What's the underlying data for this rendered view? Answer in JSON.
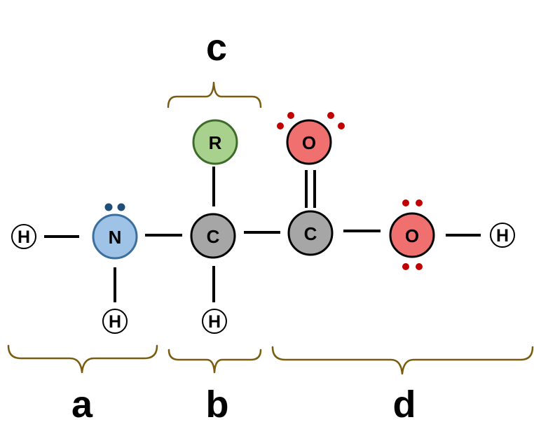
{
  "atoms": {
    "h_left": "H",
    "nitrogen": "N",
    "h_on_n": "H",
    "alpha_carbon": "C",
    "r_group": "R",
    "h_on_alpha": "H",
    "carboxyl_carbon": "C",
    "carbonyl_oxygen": "O",
    "hydroxyl_oxygen": "O",
    "h_right": "H"
  },
  "groups": {
    "a": "a",
    "b": "b",
    "c": "c",
    "d": "d"
  },
  "colors": {
    "nitrogen_fill": "#9fc3e6",
    "nitrogen_stroke": "#3a6f9e",
    "nitrogen_lone_pair": "#1f4e79",
    "r_group_fill": "#a9d18e",
    "r_group_stroke": "#3f6b2a",
    "carbon_fill": "#a6a6a6",
    "oxygen_fill": "#f07070",
    "oxygen_lone_pair": "#c00000",
    "brace": "#7a5c10"
  }
}
